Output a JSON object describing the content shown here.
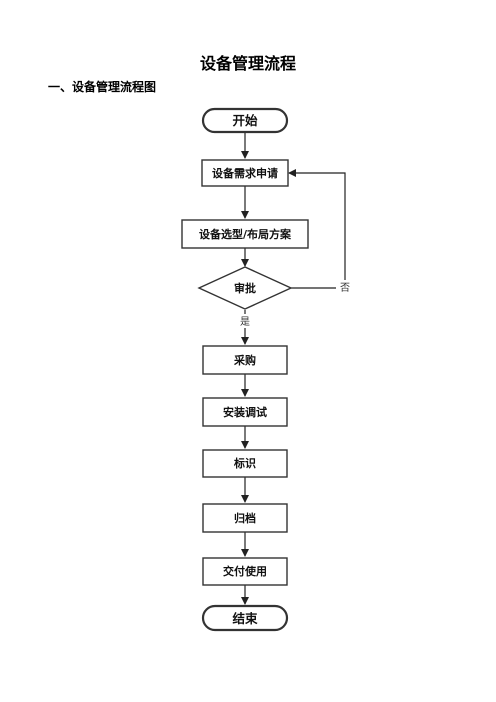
{
  "doc": {
    "title": "设备管理流程",
    "section_heading": "一、设备管理流程图"
  },
  "flow": {
    "start": "开始",
    "request": "设备需求申请",
    "selection": "设备选型/布局方案",
    "approval": "审批",
    "purchase": "采购",
    "install": "安装调试",
    "label": "标识",
    "archive": "归档",
    "handover": "交付使用",
    "end": "结束",
    "yes": "是",
    "no": "否"
  }
}
